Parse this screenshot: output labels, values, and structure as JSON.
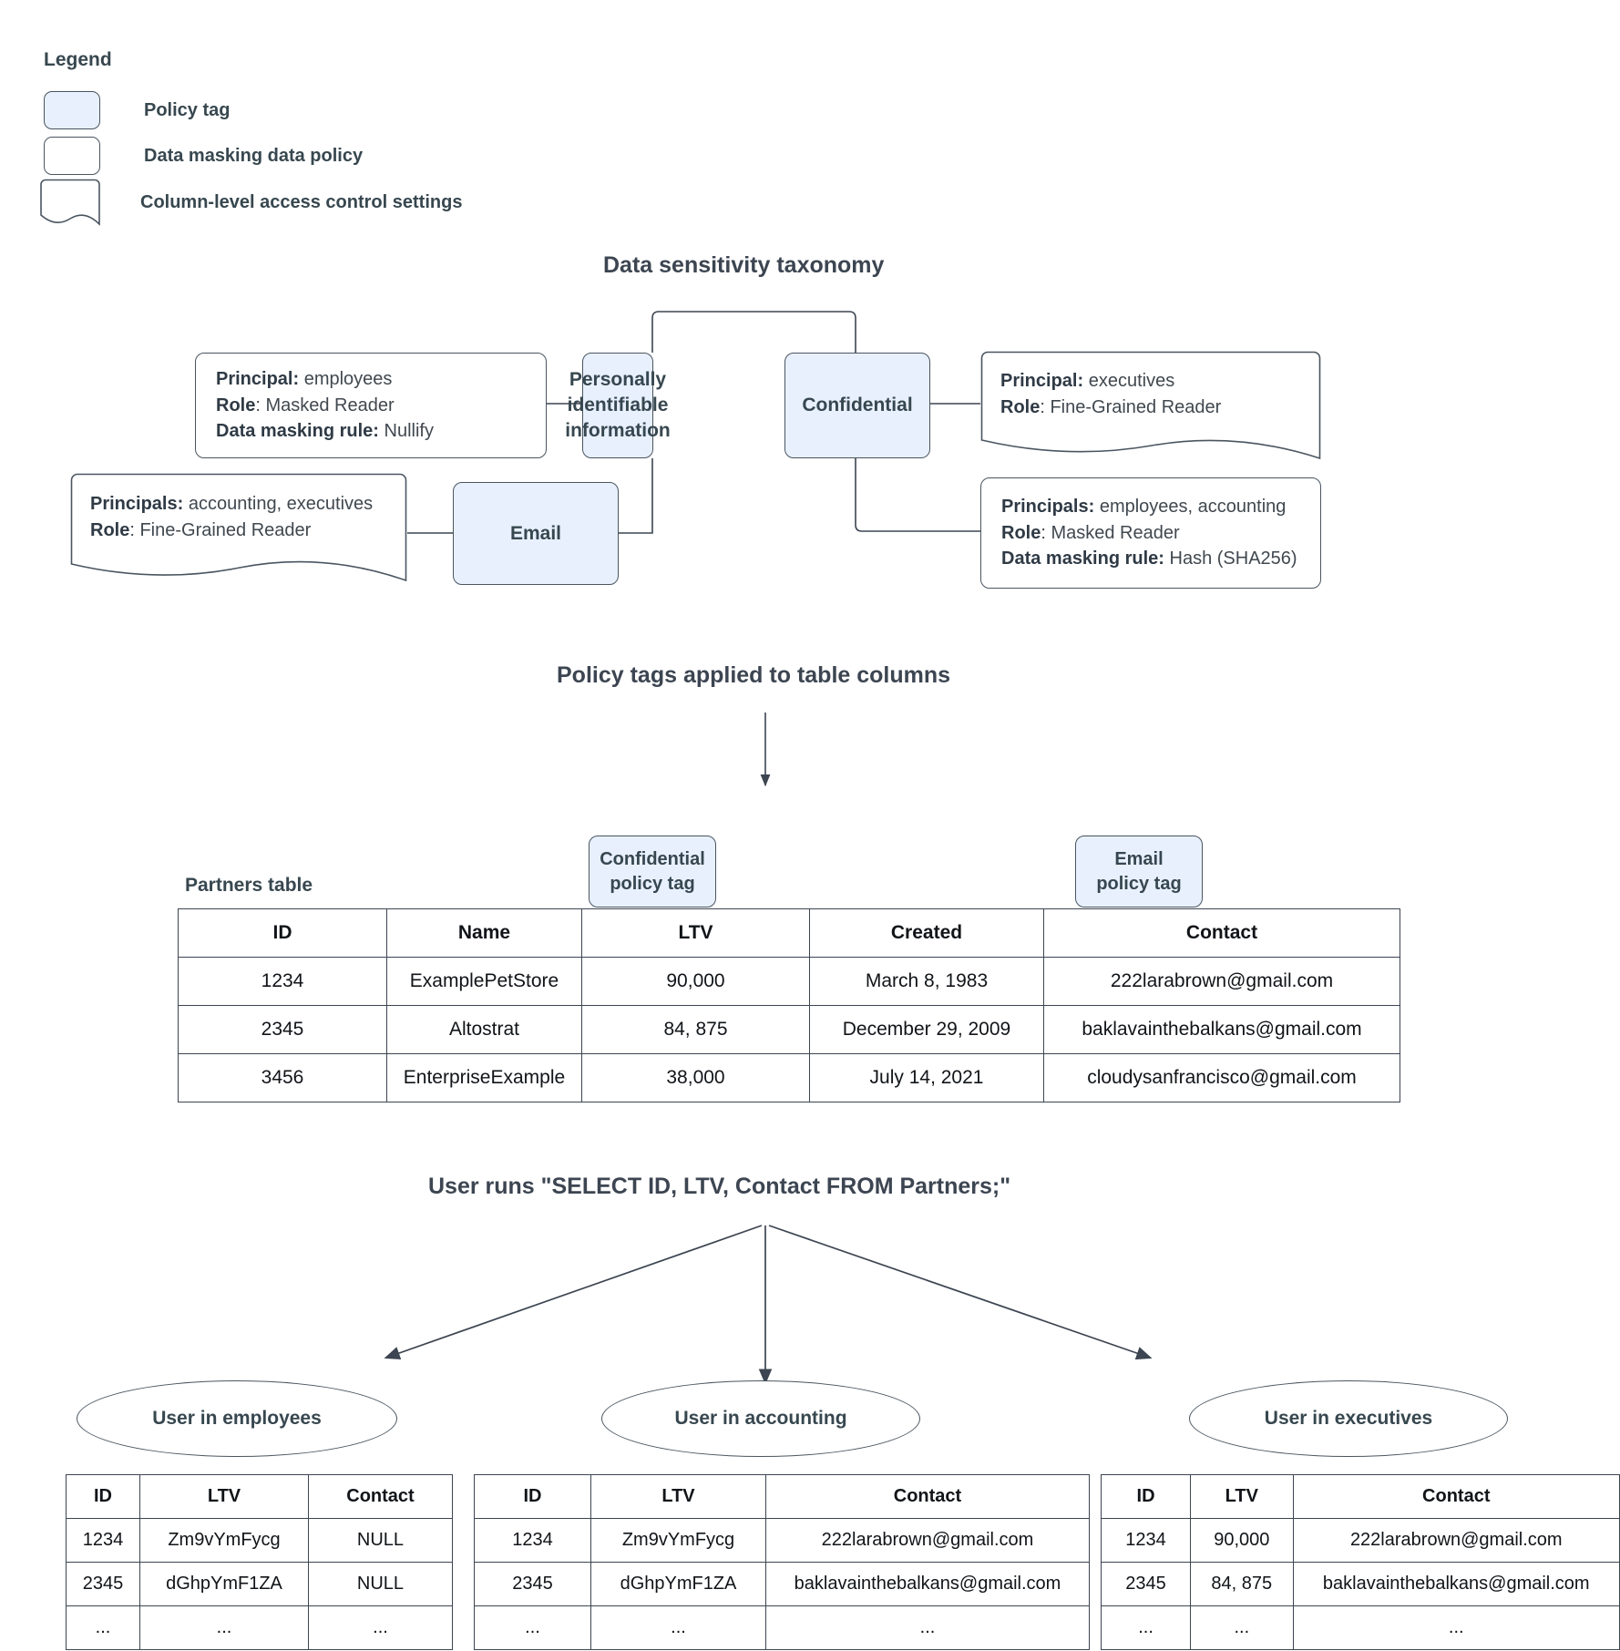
{
  "legend": {
    "title": "Legend",
    "items": [
      {
        "label": "Policy tag",
        "shape": "rounded-filled",
        "color": "#e8f0fe"
      },
      {
        "label": "Data masking data policy",
        "shape": "rounded",
        "color": "#ffffff"
      },
      {
        "label": "Column-level access control settings",
        "shape": "wave-bottom",
        "color": "#ffffff"
      }
    ]
  },
  "taxonomy": {
    "title": "Data sensitivity taxonomy",
    "tags": [
      {
        "id": "pii",
        "label": "Personally identifiable information"
      },
      {
        "id": "confidential",
        "label": "Confidential"
      },
      {
        "id": "email",
        "label": "Email"
      }
    ],
    "policies": {
      "pii_masking": {
        "shape": "data-masking-policy",
        "lines": [
          {
            "label": "Principal:",
            "value": " employees"
          },
          {
            "label": "Role",
            "value": ": Masked Reader"
          },
          {
            "label": "Data masking rule:",
            "value": " Nullify"
          }
        ]
      },
      "email_access": {
        "shape": "column-level-access-control",
        "lines": [
          {
            "label": "Principals:",
            "value": " accounting, executives"
          },
          {
            "label": "Role",
            "value": ": Fine-Grained Reader"
          }
        ]
      },
      "confidential_access": {
        "shape": "column-level-access-control",
        "lines": [
          {
            "label": "Principal:",
            "value": " executives"
          },
          {
            "label": "Role",
            "value": ": Fine-Grained Reader"
          }
        ]
      },
      "confidential_masking": {
        "shape": "data-masking-policy",
        "lines": [
          {
            "label": "Principals:",
            "value": " employees, accounting"
          },
          {
            "label": "Role",
            "value": ": Masked Reader"
          },
          {
            "label": "Data masking rule:",
            "value": " Hash (SHA256)"
          }
        ]
      }
    }
  },
  "applied": {
    "title": "Policy tags applied to table columns",
    "table_caption": "Partners table",
    "column_tags": [
      {
        "label": "Confidential\npolicy tag",
        "line1": "Confidential",
        "line2": "policy tag",
        "column": "LTV"
      },
      {
        "label": "Email\npolicy tag",
        "line1": "Email",
        "line2": "policy tag",
        "column": "Contact"
      }
    ],
    "partners_table": {
      "headers": [
        "ID",
        "Name",
        "LTV",
        "Created",
        "Contact"
      ],
      "rows": [
        [
          "1234",
          "ExamplePetStore",
          "90,000",
          "March 8, 1983",
          "222larabrown@gmail.com"
        ],
        [
          "2345",
          "Altostrat",
          "84, 875",
          "December 29, 2009",
          "baklavainthebalkans@gmail.com"
        ],
        [
          "3456",
          "EnterpriseExample",
          "38,000",
          "July 14, 2021",
          "cloudysanfrancisco@gmail.com"
        ]
      ]
    }
  },
  "query": {
    "title": "User runs \"SELECT ID, LTV, Contact FROM Partners;\""
  },
  "results": [
    {
      "persona": "User in employees",
      "headers": [
        "ID",
        "LTV",
        "Contact"
      ],
      "rows": [
        [
          "1234",
          "Zm9vYmFycg",
          "NULL"
        ],
        [
          "2345",
          "dGhpYmF1ZA",
          "NULL"
        ],
        [
          "...",
          "...",
          "..."
        ]
      ]
    },
    {
      "persona": "User in accounting",
      "headers": [
        "ID",
        "LTV",
        "Contact"
      ],
      "rows": [
        [
          "1234",
          "Zm9vYmFycg",
          "222larabrown@gmail.com"
        ],
        [
          "2345",
          "dGhpYmF1ZA",
          "baklavainthebalkans@gmail.com"
        ],
        [
          "...",
          "...",
          "..."
        ]
      ]
    },
    {
      "persona": "User in executives",
      "headers": [
        "ID",
        "LTV",
        "Contact"
      ],
      "rows": [
        [
          "1234",
          "90,000",
          "222larabrown@gmail.com"
        ],
        [
          "2345",
          "84, 875",
          "baklavainthebalkans@gmail.com"
        ],
        [
          "...",
          "...",
          "..."
        ]
      ]
    }
  ],
  "colors": {
    "tag_fill": "#e8f0fe",
    "stroke": "#4a5560",
    "text": "#37474f",
    "table_text": "#111418"
  }
}
